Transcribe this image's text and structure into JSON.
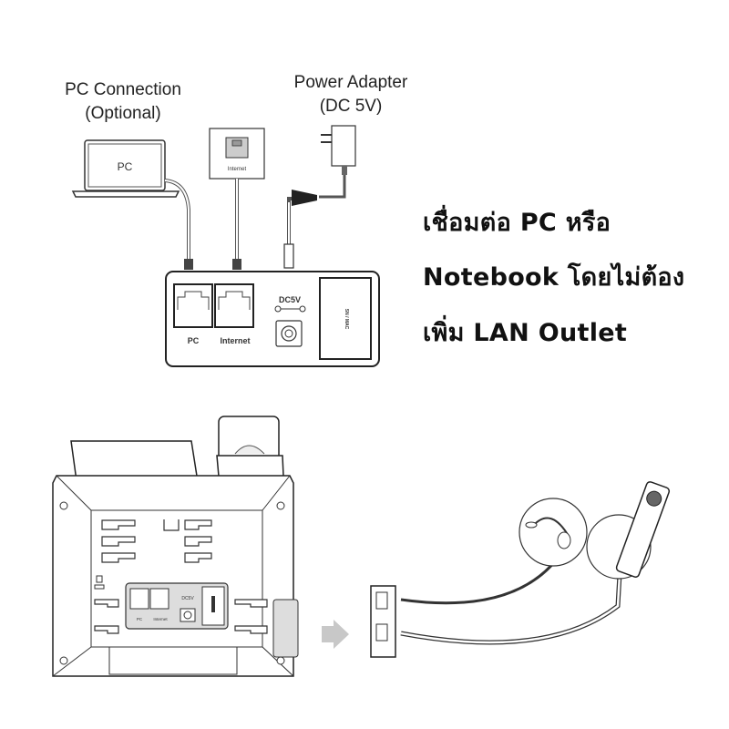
{
  "top_diagram": {
    "pc_connection_label": [
      "PC Connection",
      "(Optional)"
    ],
    "power_adapter_label": [
      "Power Adapter",
      "(DC 5V)"
    ],
    "laptop_screen_label": "PC",
    "wall_jack_label": "Internet",
    "ports": {
      "pc": "PC",
      "internet": "Internet",
      "power": "DC5V",
      "sn_label": "SN / MAC"
    }
  },
  "caption": {
    "lines": [
      "เชื่อมต่อ PC หรือ",
      "Notebook โดยไม่ต้อง",
      "เพิ่ม LAN Outlet"
    ]
  },
  "bottom_diagram": {
    "ports": {
      "pc": "PC",
      "internet": "Internet",
      "power": "DC5V"
    },
    "arrow_color": "#c8c8c8"
  }
}
